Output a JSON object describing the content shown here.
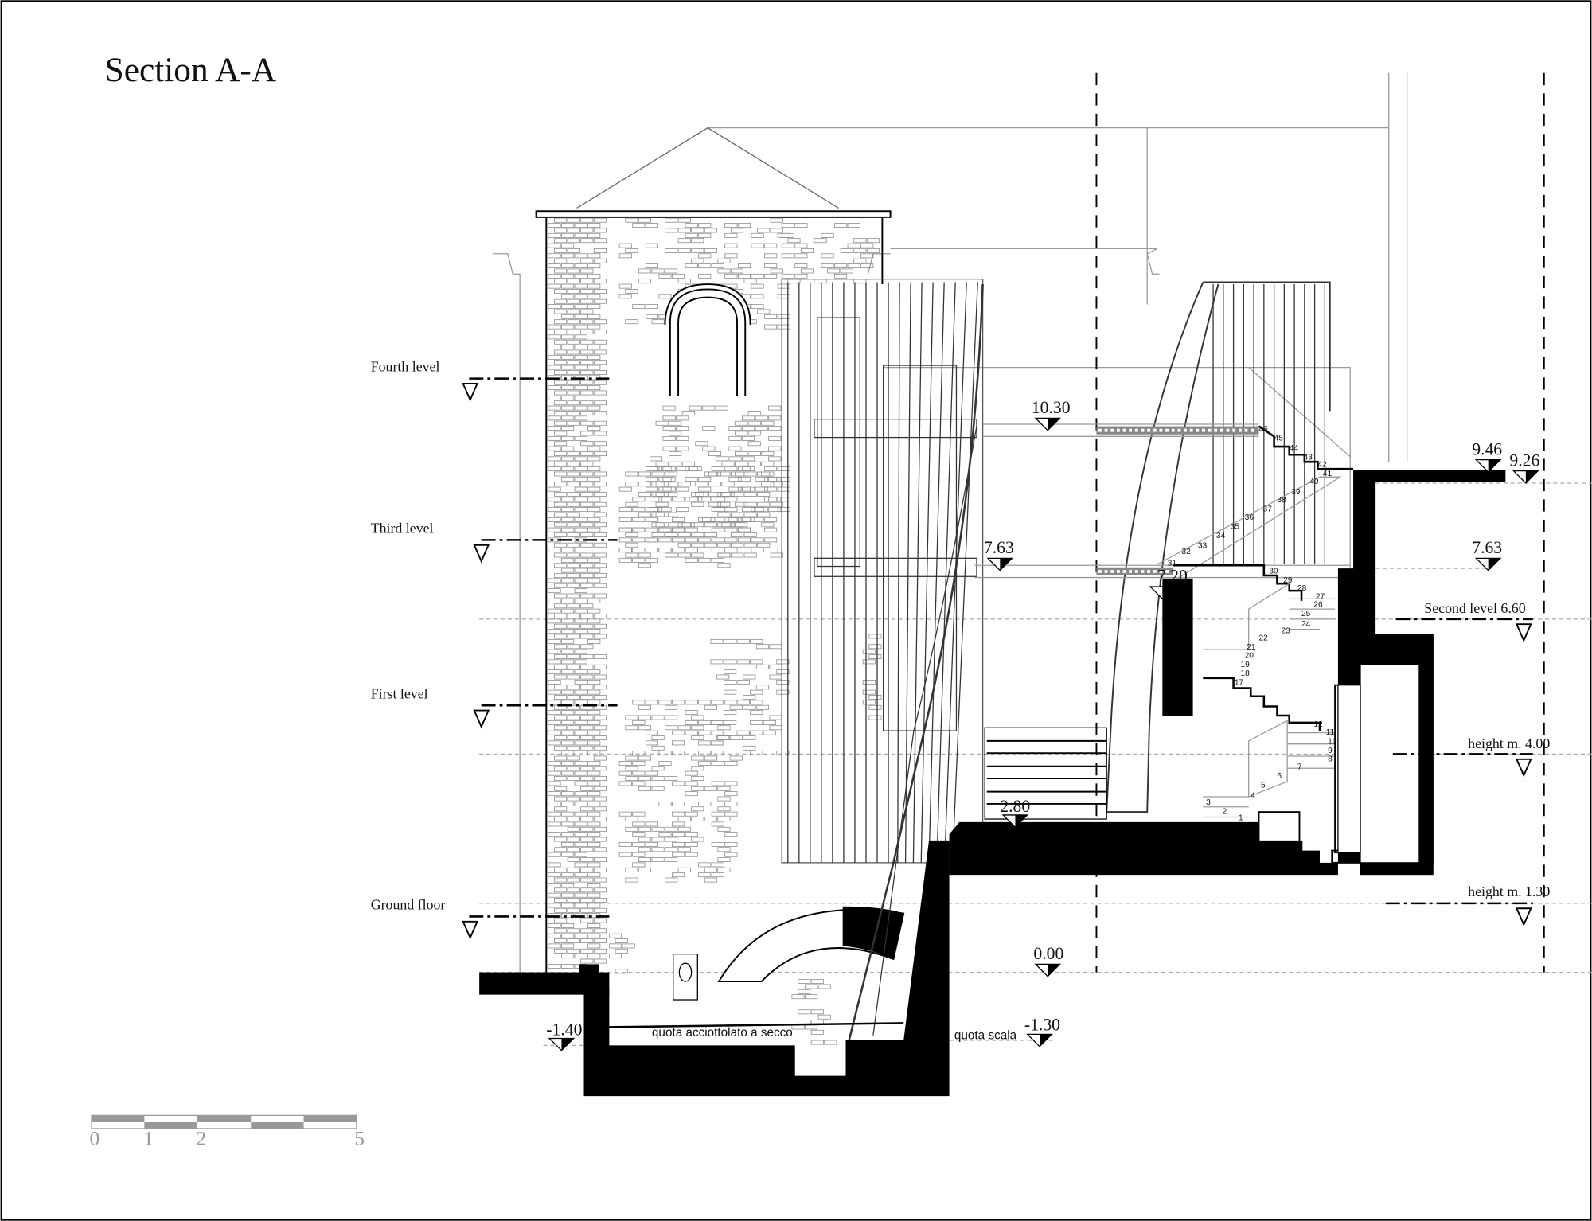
{
  "title": "Section A-A",
  "levels_left": [
    "Fourth level",
    "Third level",
    "First level",
    "Ground floor"
  ],
  "levels_right": [
    "Second level 6.60",
    "height m. 4.00",
    "height m. 1.30"
  ],
  "elevations": {
    "e1030": "10.30",
    "e763a": "7.63",
    "e763b": "7.63",
    "e946": "9.46",
    "e926": "9.26",
    "e720": "7.20",
    "e280": "2.80",
    "e000": "0.00",
    "em140": "-1.40",
    "em130": "-1.30"
  },
  "annotations": {
    "cobble": "quota acciottolato a secco",
    "stair": "quota scala"
  },
  "steps": [
    "1",
    "2",
    "3",
    "4",
    "5",
    "6",
    "7",
    "8",
    "9",
    "10",
    "11",
    "12",
    "17",
    "18",
    "19",
    "20",
    "21",
    "22",
    "23",
    "24",
    "25",
    "26",
    "27",
    "28",
    "29",
    "30",
    "31",
    "32",
    "33",
    "34",
    "35",
    "36",
    "37",
    "38",
    "39",
    "40",
    "41",
    "42",
    "43",
    "44",
    "45",
    "46"
  ],
  "scale_bar": {
    "ticks": [
      "0",
      "1",
      "2",
      "5"
    ],
    "color": "#999999"
  },
  "colors": {
    "ink": "#000000",
    "guide": "#999999",
    "brick": "#888888"
  }
}
